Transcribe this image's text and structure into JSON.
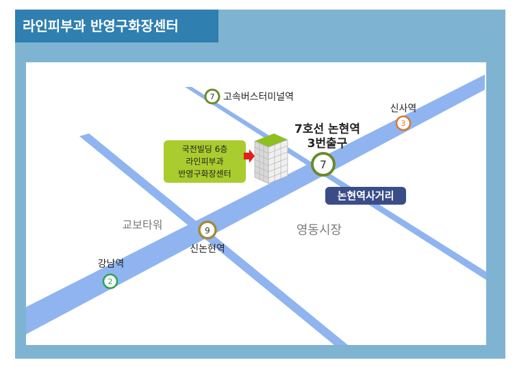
{
  "title": "라인피부과 반영구화장센터",
  "stations": {
    "express_terminal": {
      "line": "7",
      "name": "고속버스터미널역",
      "color": "#6a8a2a"
    },
    "sinsa": {
      "line": "3",
      "name": "신사역",
      "color": "#d9772c"
    },
    "nonhyeon": {
      "line": "7",
      "name_line1": "7호선 논현역",
      "name_line2": "3번출구",
      "color": "#6a8a2a"
    },
    "sinnonhyeon": {
      "line": "9",
      "name": "신논현역",
      "color": "#a48a3a"
    },
    "gangnam": {
      "line": "2",
      "name": "강남역",
      "color": "#2aa34a"
    }
  },
  "building_label": {
    "line1": "국전빌딩 6층",
    "line2": "라인피부과",
    "line3": "반영구화장센터"
  },
  "intersection_badge": "논현역사거리",
  "places": {
    "kyobo": "교보타워",
    "yeongdong": "영동시장"
  },
  "colors": {
    "road": "#8fb4f0",
    "frame": "#7fb3d2",
    "title_bg": "#2f7fb0",
    "callout": "#a9cc2e",
    "badge": "#3b4d87"
  }
}
